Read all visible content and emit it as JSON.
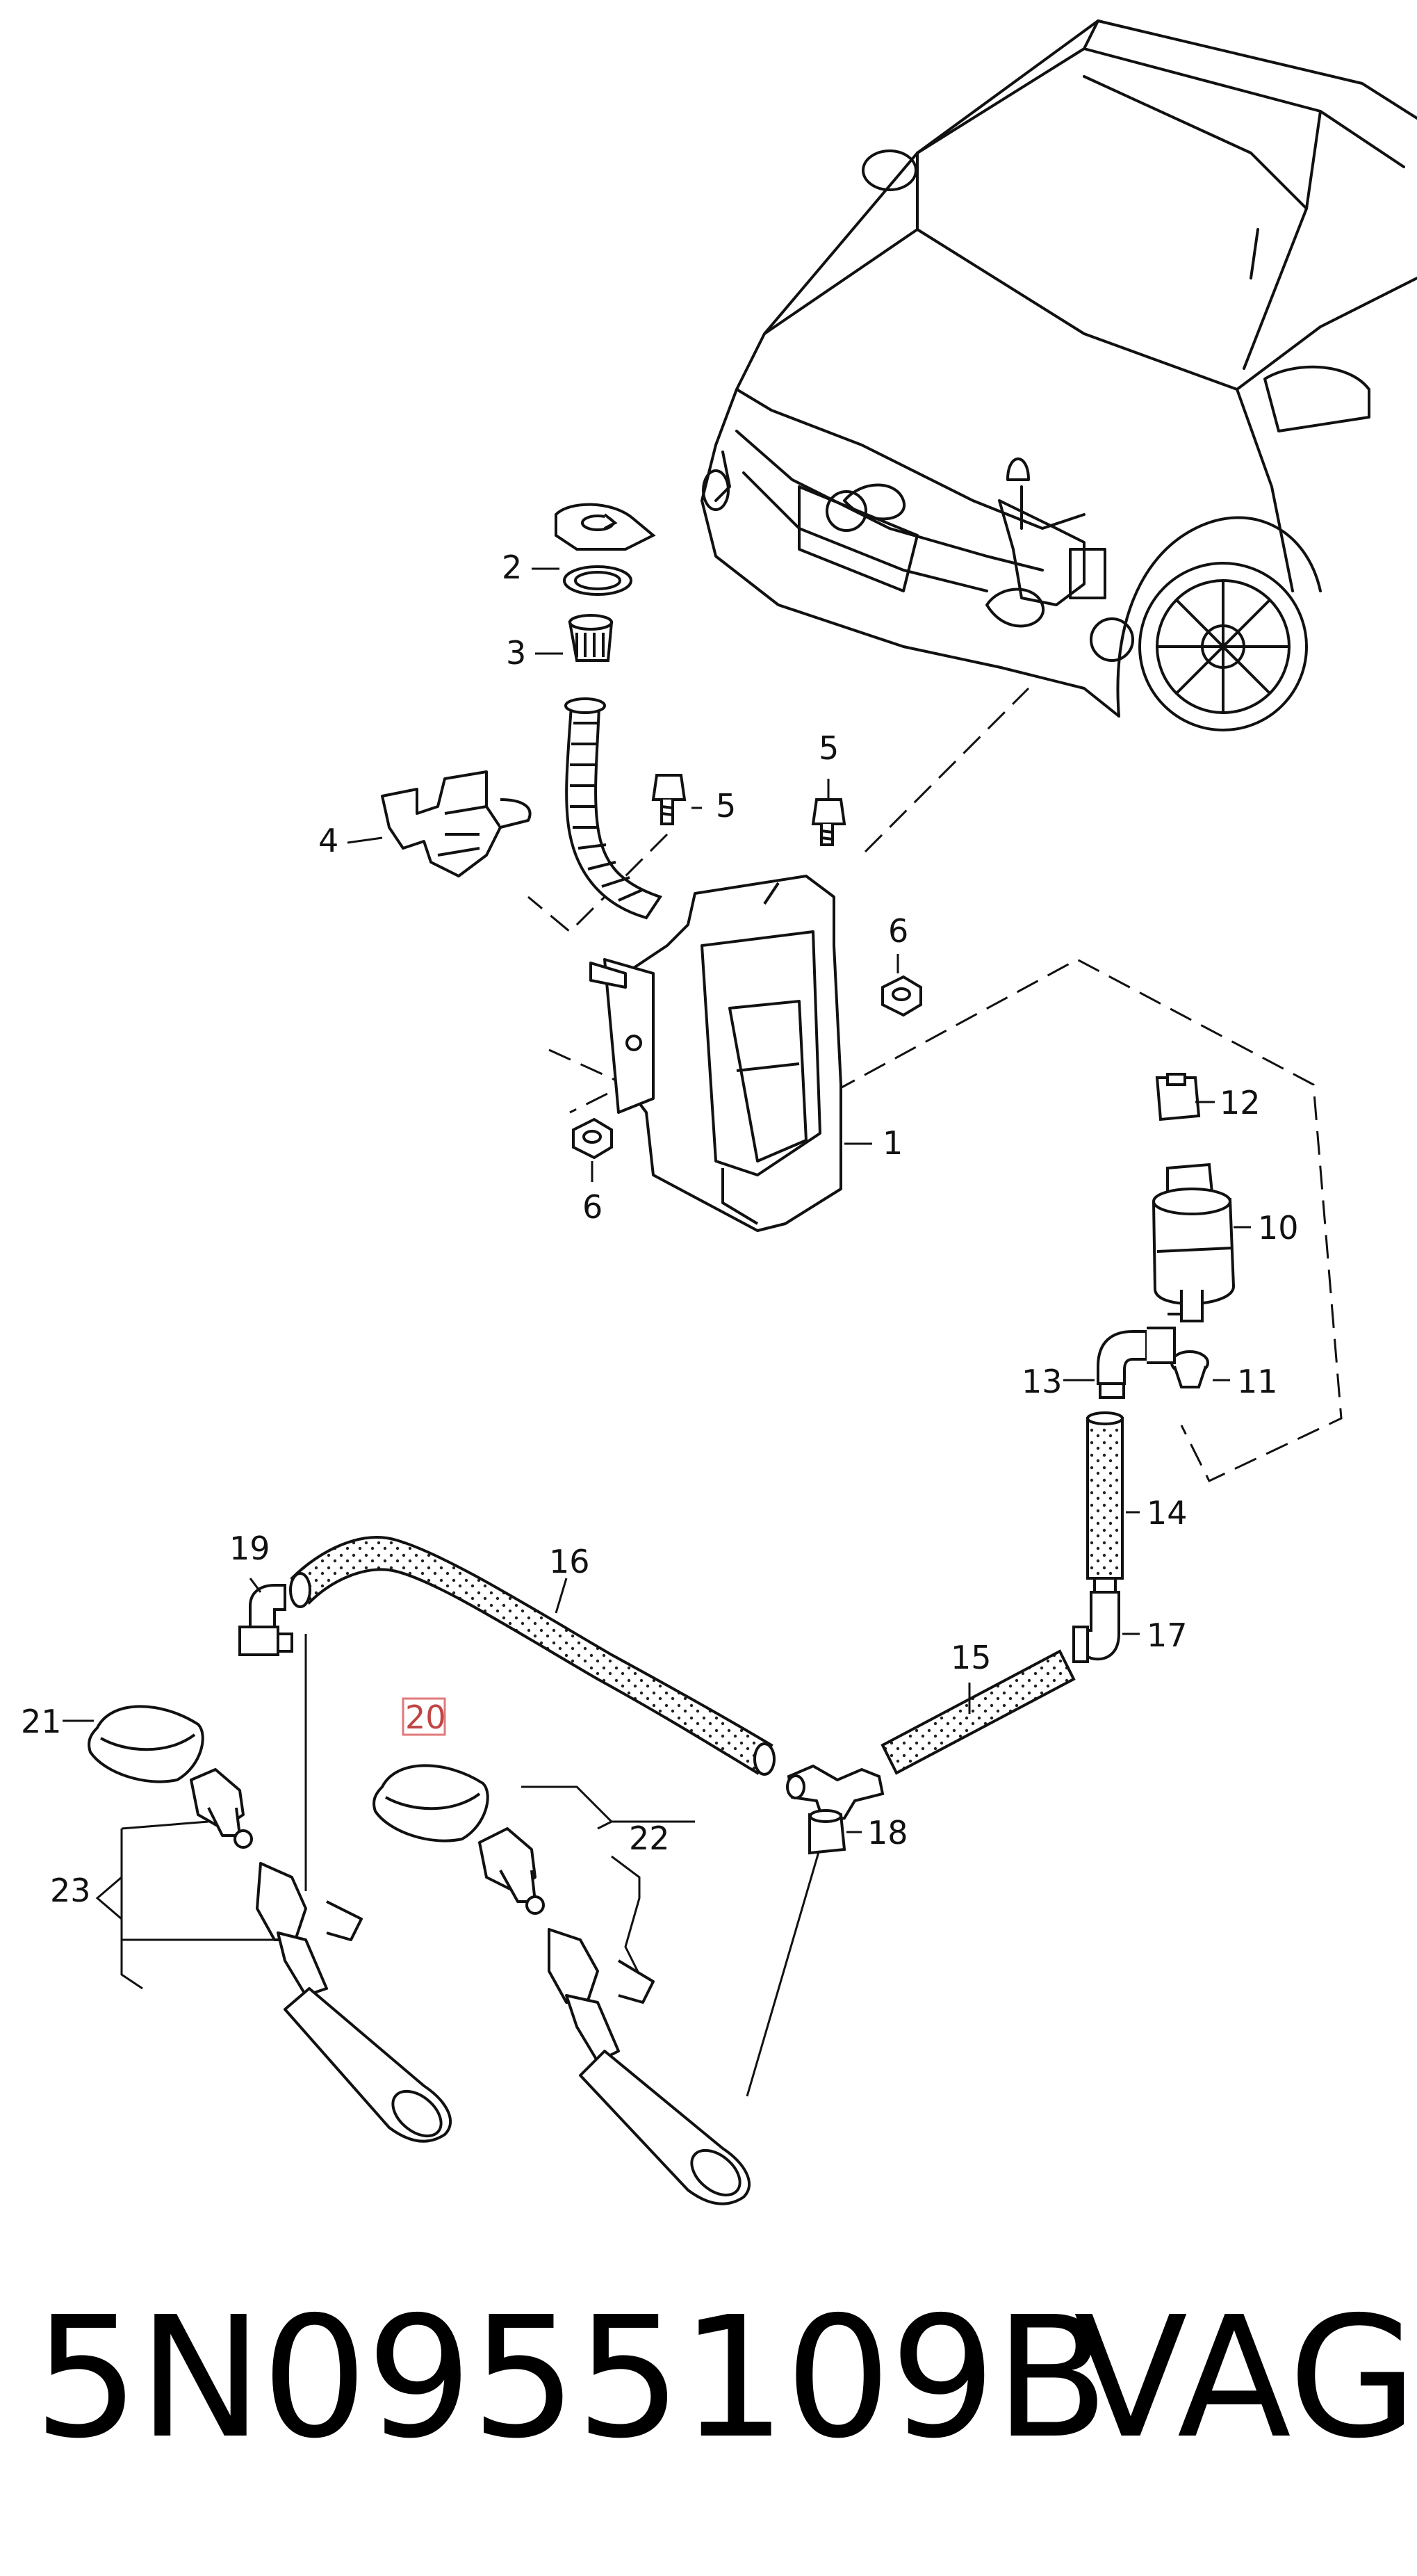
{
  "diagram": {
    "callouts": {
      "c1": "1",
      "c2": "2",
      "c3": "3",
      "c4": "4",
      "c5a": "5",
      "c5b": "5",
      "c6a": "6",
      "c6b": "6",
      "c10": "10",
      "c11": "11",
      "c12": "12",
      "c13": "13",
      "c14": "14",
      "c15": "15",
      "c16": "16",
      "c17": "17",
      "c18": "18",
      "c19": "19",
      "c20": "20",
      "c21": "21",
      "c22": "22",
      "c23": "23"
    },
    "highlighted_callout": "20",
    "highlight_color": "#e07a7a"
  },
  "footer": {
    "part_number": "5N0955109B",
    "brand": "VAG"
  }
}
